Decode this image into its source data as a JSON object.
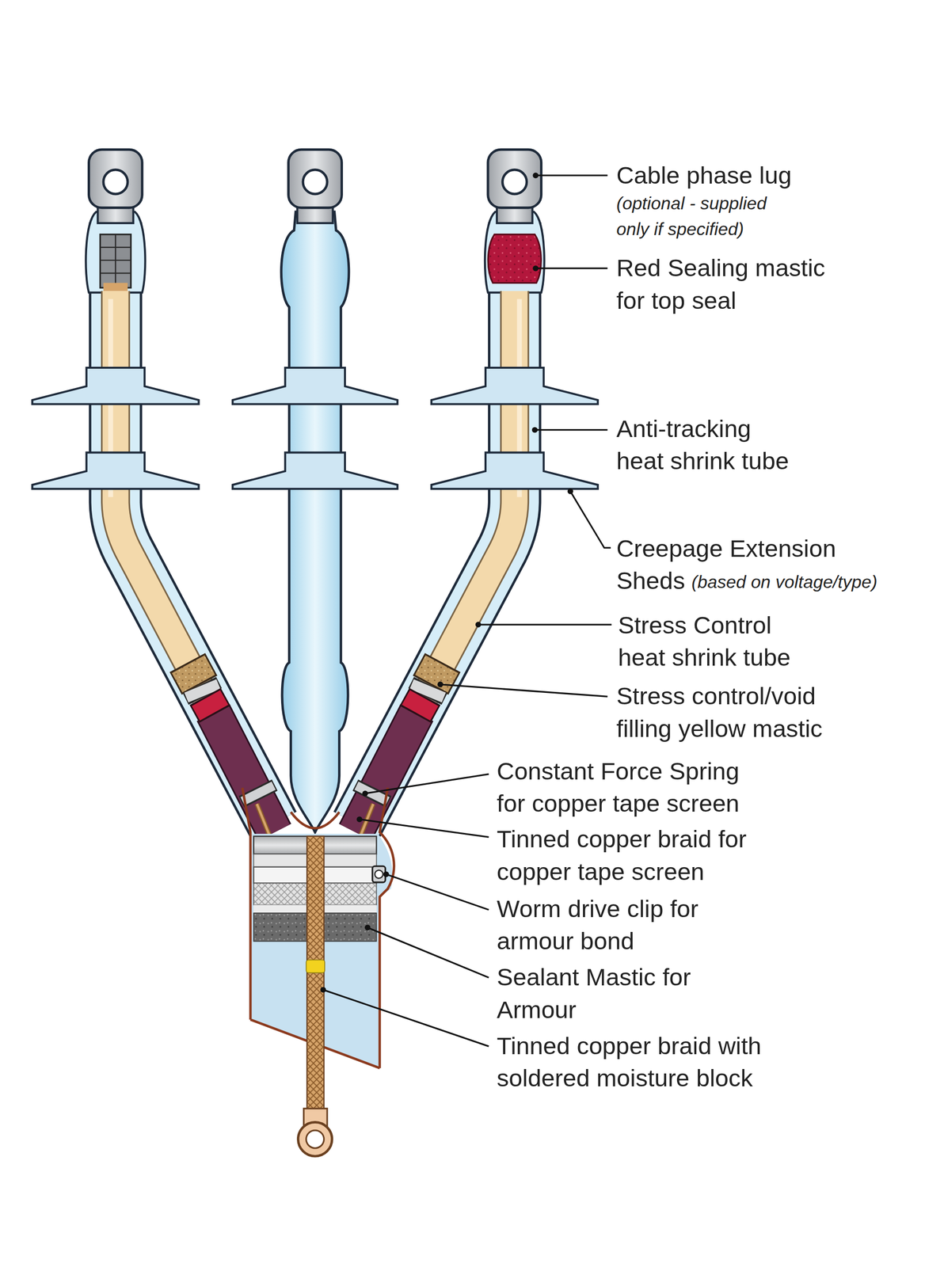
{
  "diagram": {
    "labels": [
      "Cable phase lug",
      "(optional - supplied only if specified)",
      "Red Sealing mastic for top seal",
      "Anti-tracking heat shrink tube",
      "Creepage Extension Sheds",
      "(based on voltage/type)",
      "Stress Control heat shrink tube",
      "Stress control/void filling yellow mastic",
      "Constant Force Spring for copper tape screen",
      "Tinned copper braid for copper tape screen",
      "Worm drive clip for armour bond",
      "Sealant Mastic for Armour",
      "Tinned copper braid with soldered moisture block"
    ]
  }
}
